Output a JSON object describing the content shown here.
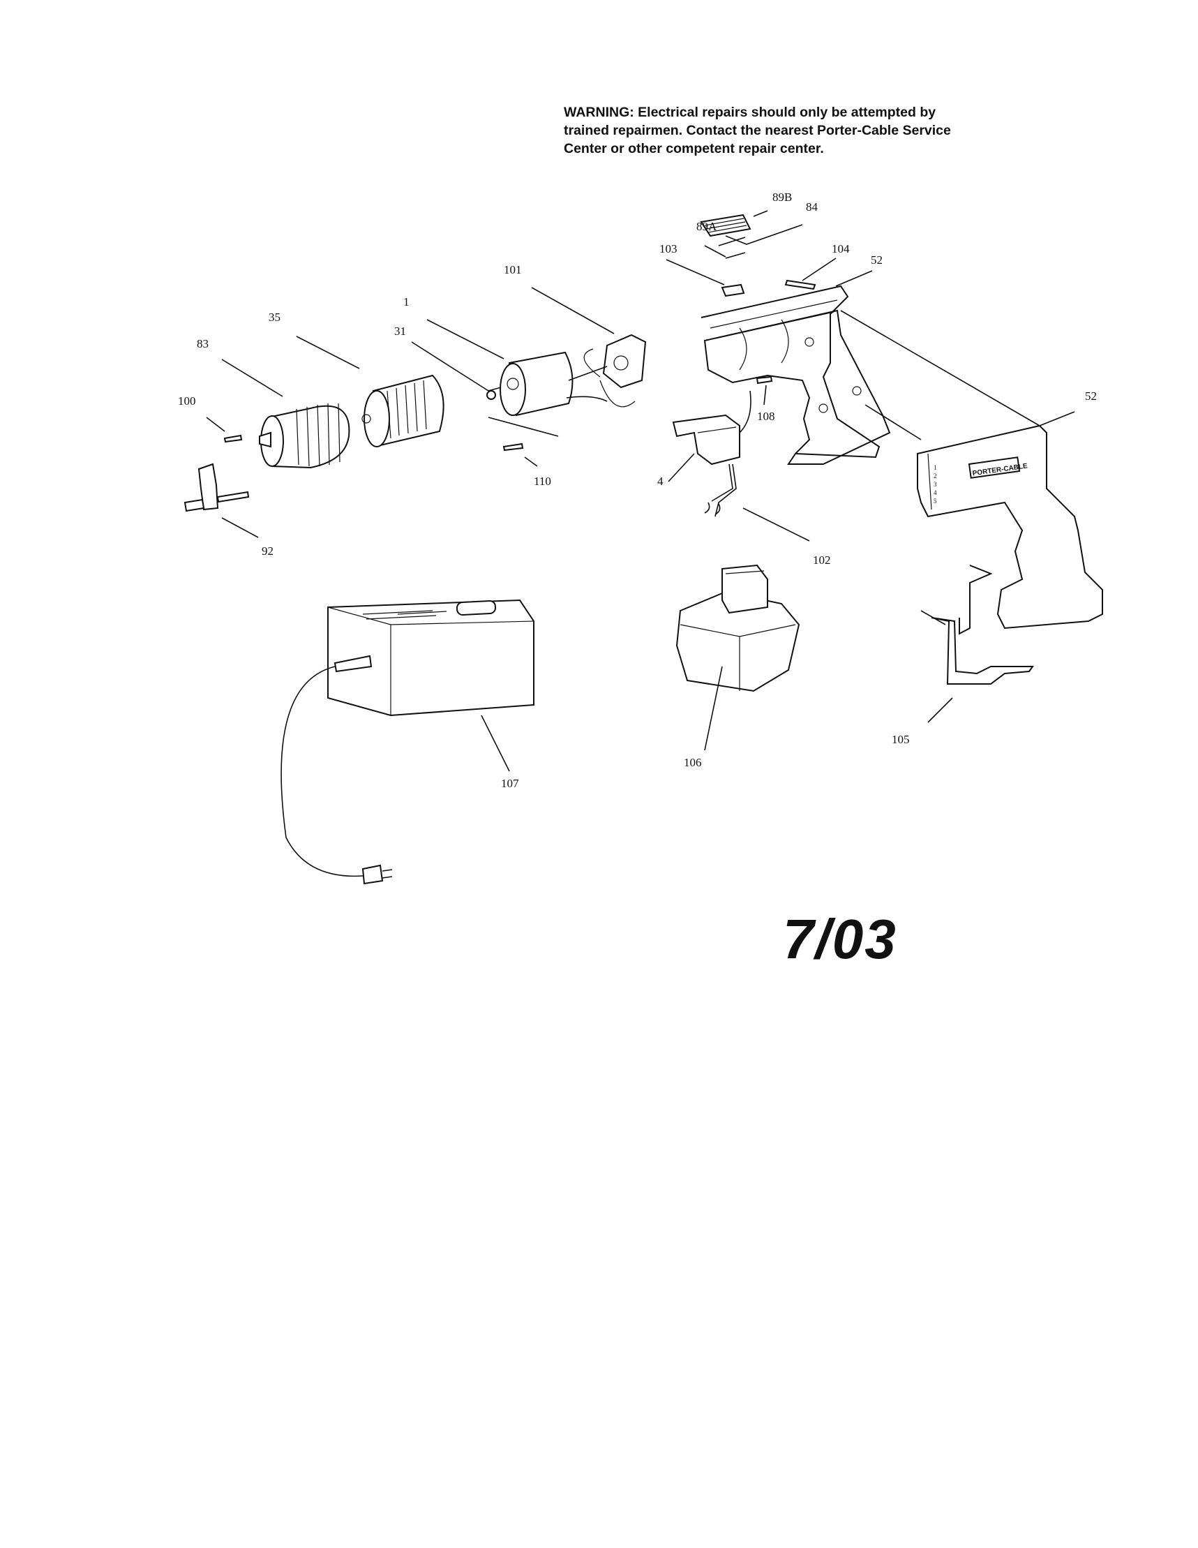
{
  "warning": {
    "line1": "WARNING:  Electrical repairs should only be attempted by",
    "line2": "trained repairmen.  Contact the nearest Porter-Cable Service",
    "line3": "Center or other competent repair center."
  },
  "date_mark": "7/03",
  "brand_label": "PORTER-CABLE",
  "callouts": {
    "p89b": "89B",
    "p84": "84",
    "p89a": "89A",
    "p103": "103",
    "p104": "104",
    "p52a": "52",
    "p101": "101",
    "p1": "1",
    "p35": "35",
    "p31": "31",
    "p83": "83",
    "p100": "100",
    "p110": "110",
    "p108": "108",
    "p4": "4",
    "p52b": "52",
    "p92": "92",
    "p102": "102",
    "p107": "107",
    "p106": "106",
    "p105": "105"
  },
  "clutch_settings": [
    "1",
    "2",
    "3",
    "4",
    "5"
  ]
}
